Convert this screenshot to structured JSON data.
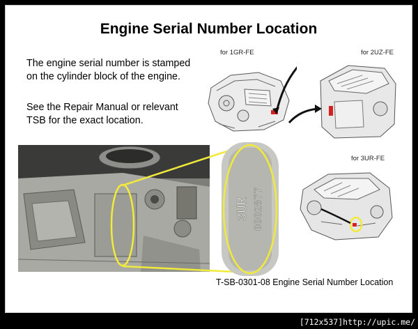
{
  "slide": {
    "title": "Engine Serial Number Location",
    "paragraph_1": "The engine serial number is stamped on the cylinder block of the engine.",
    "paragraph_2": "See the Repair Manual or relevant TSB for the exact location.",
    "caption": "T-SB-0301-08 Engine Serial Number Location"
  },
  "engines": {
    "engine_1_label": "for 1GR-FE",
    "engine_2_label": "for 2UZ-FE",
    "engine_3_label": "for 3UR-FE"
  },
  "zoom": {
    "stamp_line_1": "3UR",
    "stamp_line_2": "0002877"
  },
  "footer": {
    "size_tag": "[712x537]",
    "site": "http://upic.me/"
  },
  "colors": {
    "highlight": "#f2ea3a",
    "marker_red": "#d42020",
    "background": "#000000"
  }
}
